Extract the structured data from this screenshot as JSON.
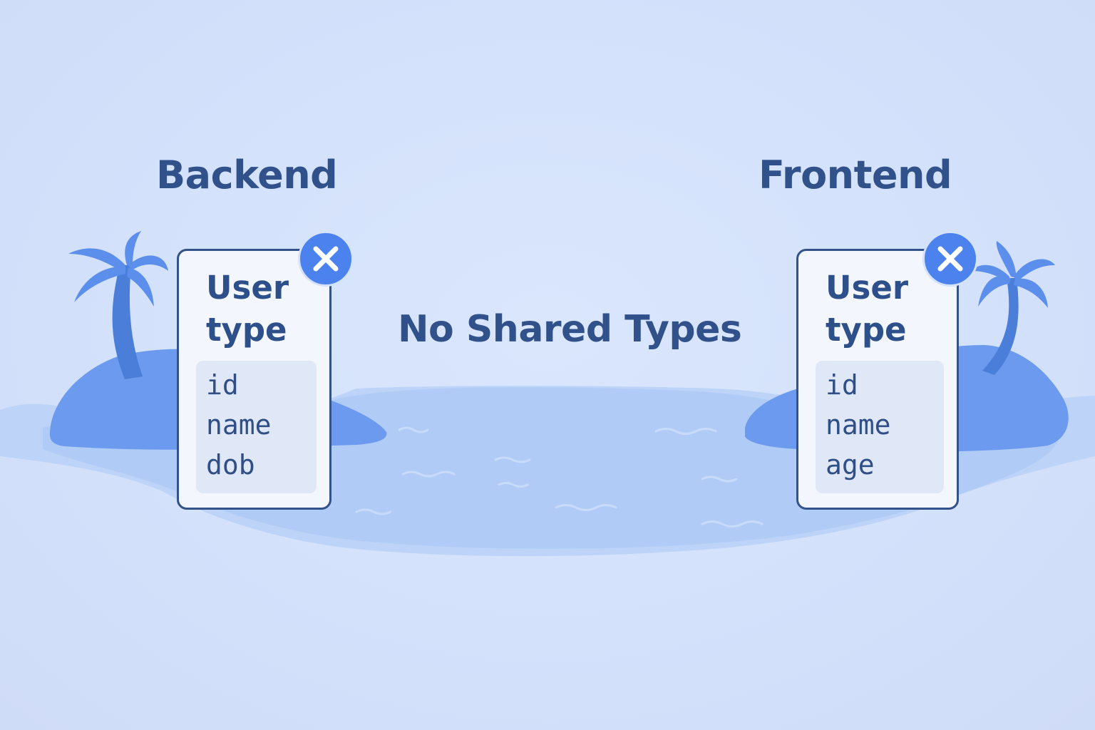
{
  "backend": {
    "heading": "Backend",
    "card": {
      "title_line1": "User",
      "title_line2": "type",
      "fields": [
        "id",
        "name",
        "dob"
      ]
    }
  },
  "frontend": {
    "heading": "Frontend",
    "card": {
      "title_line1": "User",
      "title_line2": "type",
      "fields": [
        "id",
        "name",
        "age"
      ]
    }
  },
  "caption": "No Shared Types",
  "icons": {
    "close": "close-icon",
    "tree": "palm-tree-icon"
  },
  "colors": {
    "text": "#30518a",
    "accent": "#4b82ee",
    "water": "#aecaf6",
    "island": "#6b9aee",
    "palm": "#5c8fec"
  }
}
